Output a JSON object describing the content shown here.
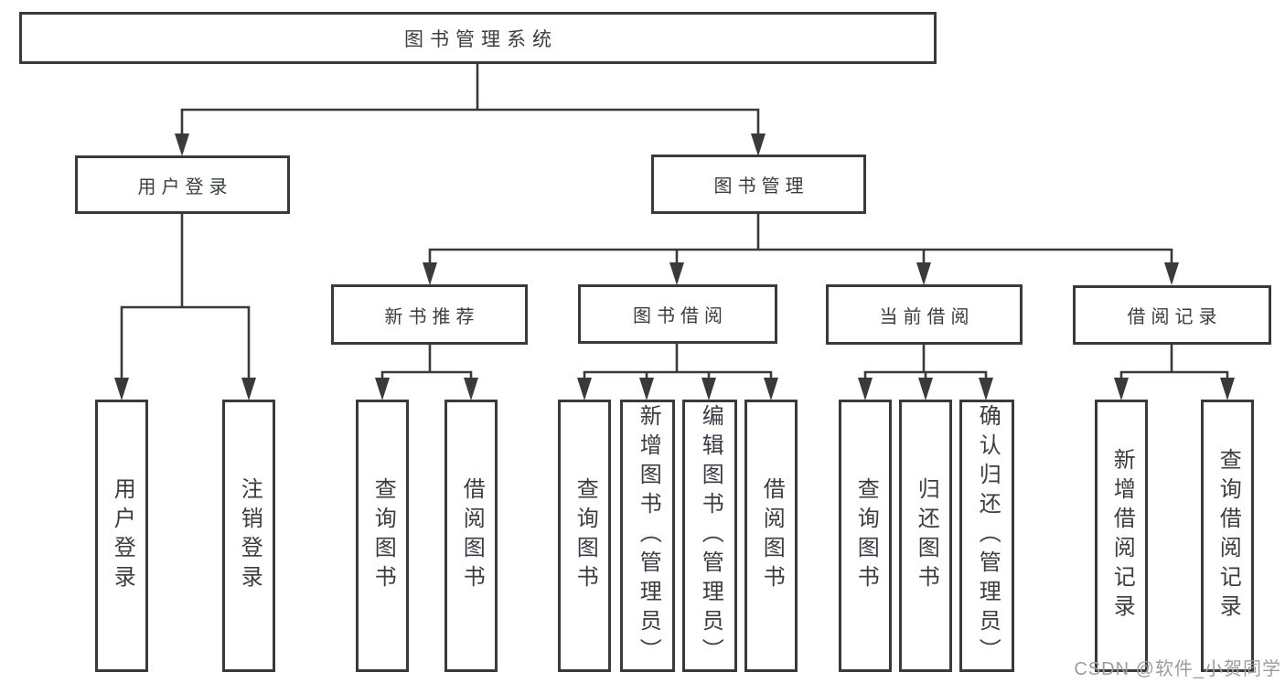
{
  "diagram": {
    "tree": {
      "root": {
        "label": "图书管理系统",
        "children": [
          {
            "label": "用户登录",
            "children": [
              {
                "label": "用户登录"
              },
              {
                "label": "注销登录"
              }
            ]
          },
          {
            "label": "图书管理",
            "children": [
              {
                "label": "新书推荐",
                "children": [
                  {
                    "label": "查询图书"
                  },
                  {
                    "label": "借阅图书"
                  }
                ]
              },
              {
                "label": "图书借阅",
                "children": [
                  {
                    "label": "查询图书"
                  },
                  {
                    "label": "新增图书（管理员）"
                  },
                  {
                    "label": "编辑图书（管理员）"
                  },
                  {
                    "label": "借阅图书"
                  }
                ]
              },
              {
                "label": "当前借阅",
                "children": [
                  {
                    "label": "查询图书"
                  },
                  {
                    "label": "归还图书"
                  },
                  {
                    "label": "确认归还（管理员）"
                  }
                ]
              },
              {
                "label": "借阅记录",
                "children": [
                  {
                    "label": "新增借阅记录"
                  },
                  {
                    "label": "查询借阅记录"
                  }
                ]
              }
            ]
          }
        ]
      }
    },
    "colors": {
      "line": "#3a3a3a",
      "text": "#393c40",
      "background": "#ffffff",
      "watermark_color": "#9c9c9c"
    },
    "watermark": {
      "text": "CSDN @软件_小贺同学"
    }
  }
}
